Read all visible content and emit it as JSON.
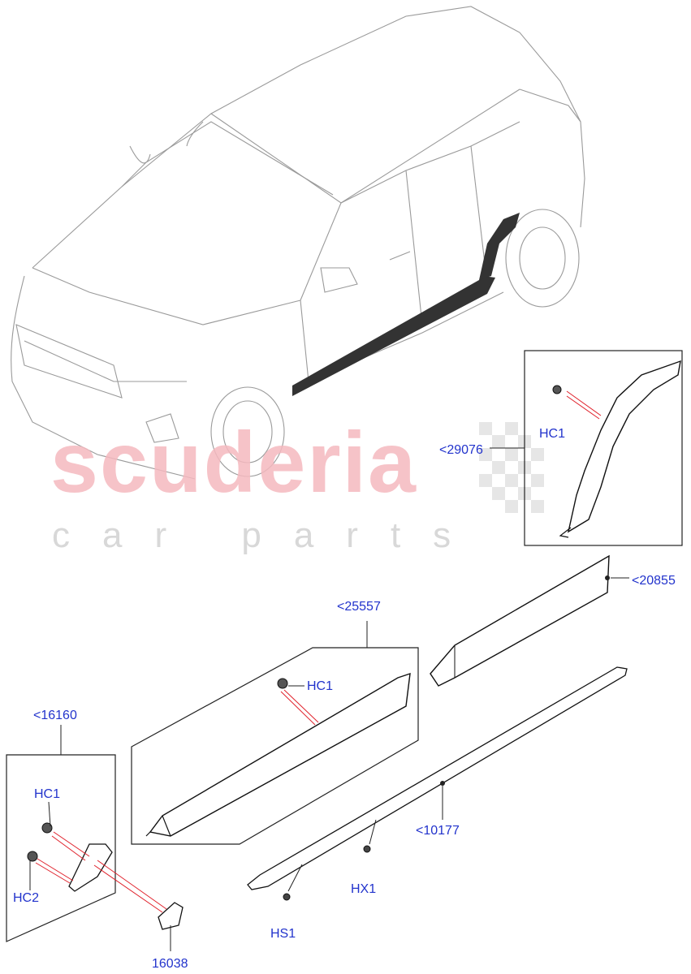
{
  "watermark": {
    "brand": "scuderia",
    "tagline": "car parts"
  },
  "callouts": {
    "c29076": "<29076",
    "c20855": "<20855",
    "c25557": "<25557",
    "c16160": "<16160",
    "c10177": "<10177",
    "hc1_a": "HC1",
    "hc1_b": "HC1",
    "hc1_c": "HC1",
    "hc2": "HC2",
    "hx1": "HX1",
    "hs1": "HS1",
    "p16038": "16038"
  },
  "colors": {
    "callout_text": "#2233cc",
    "leader_red": "#e0202a",
    "line": "#222222"
  }
}
